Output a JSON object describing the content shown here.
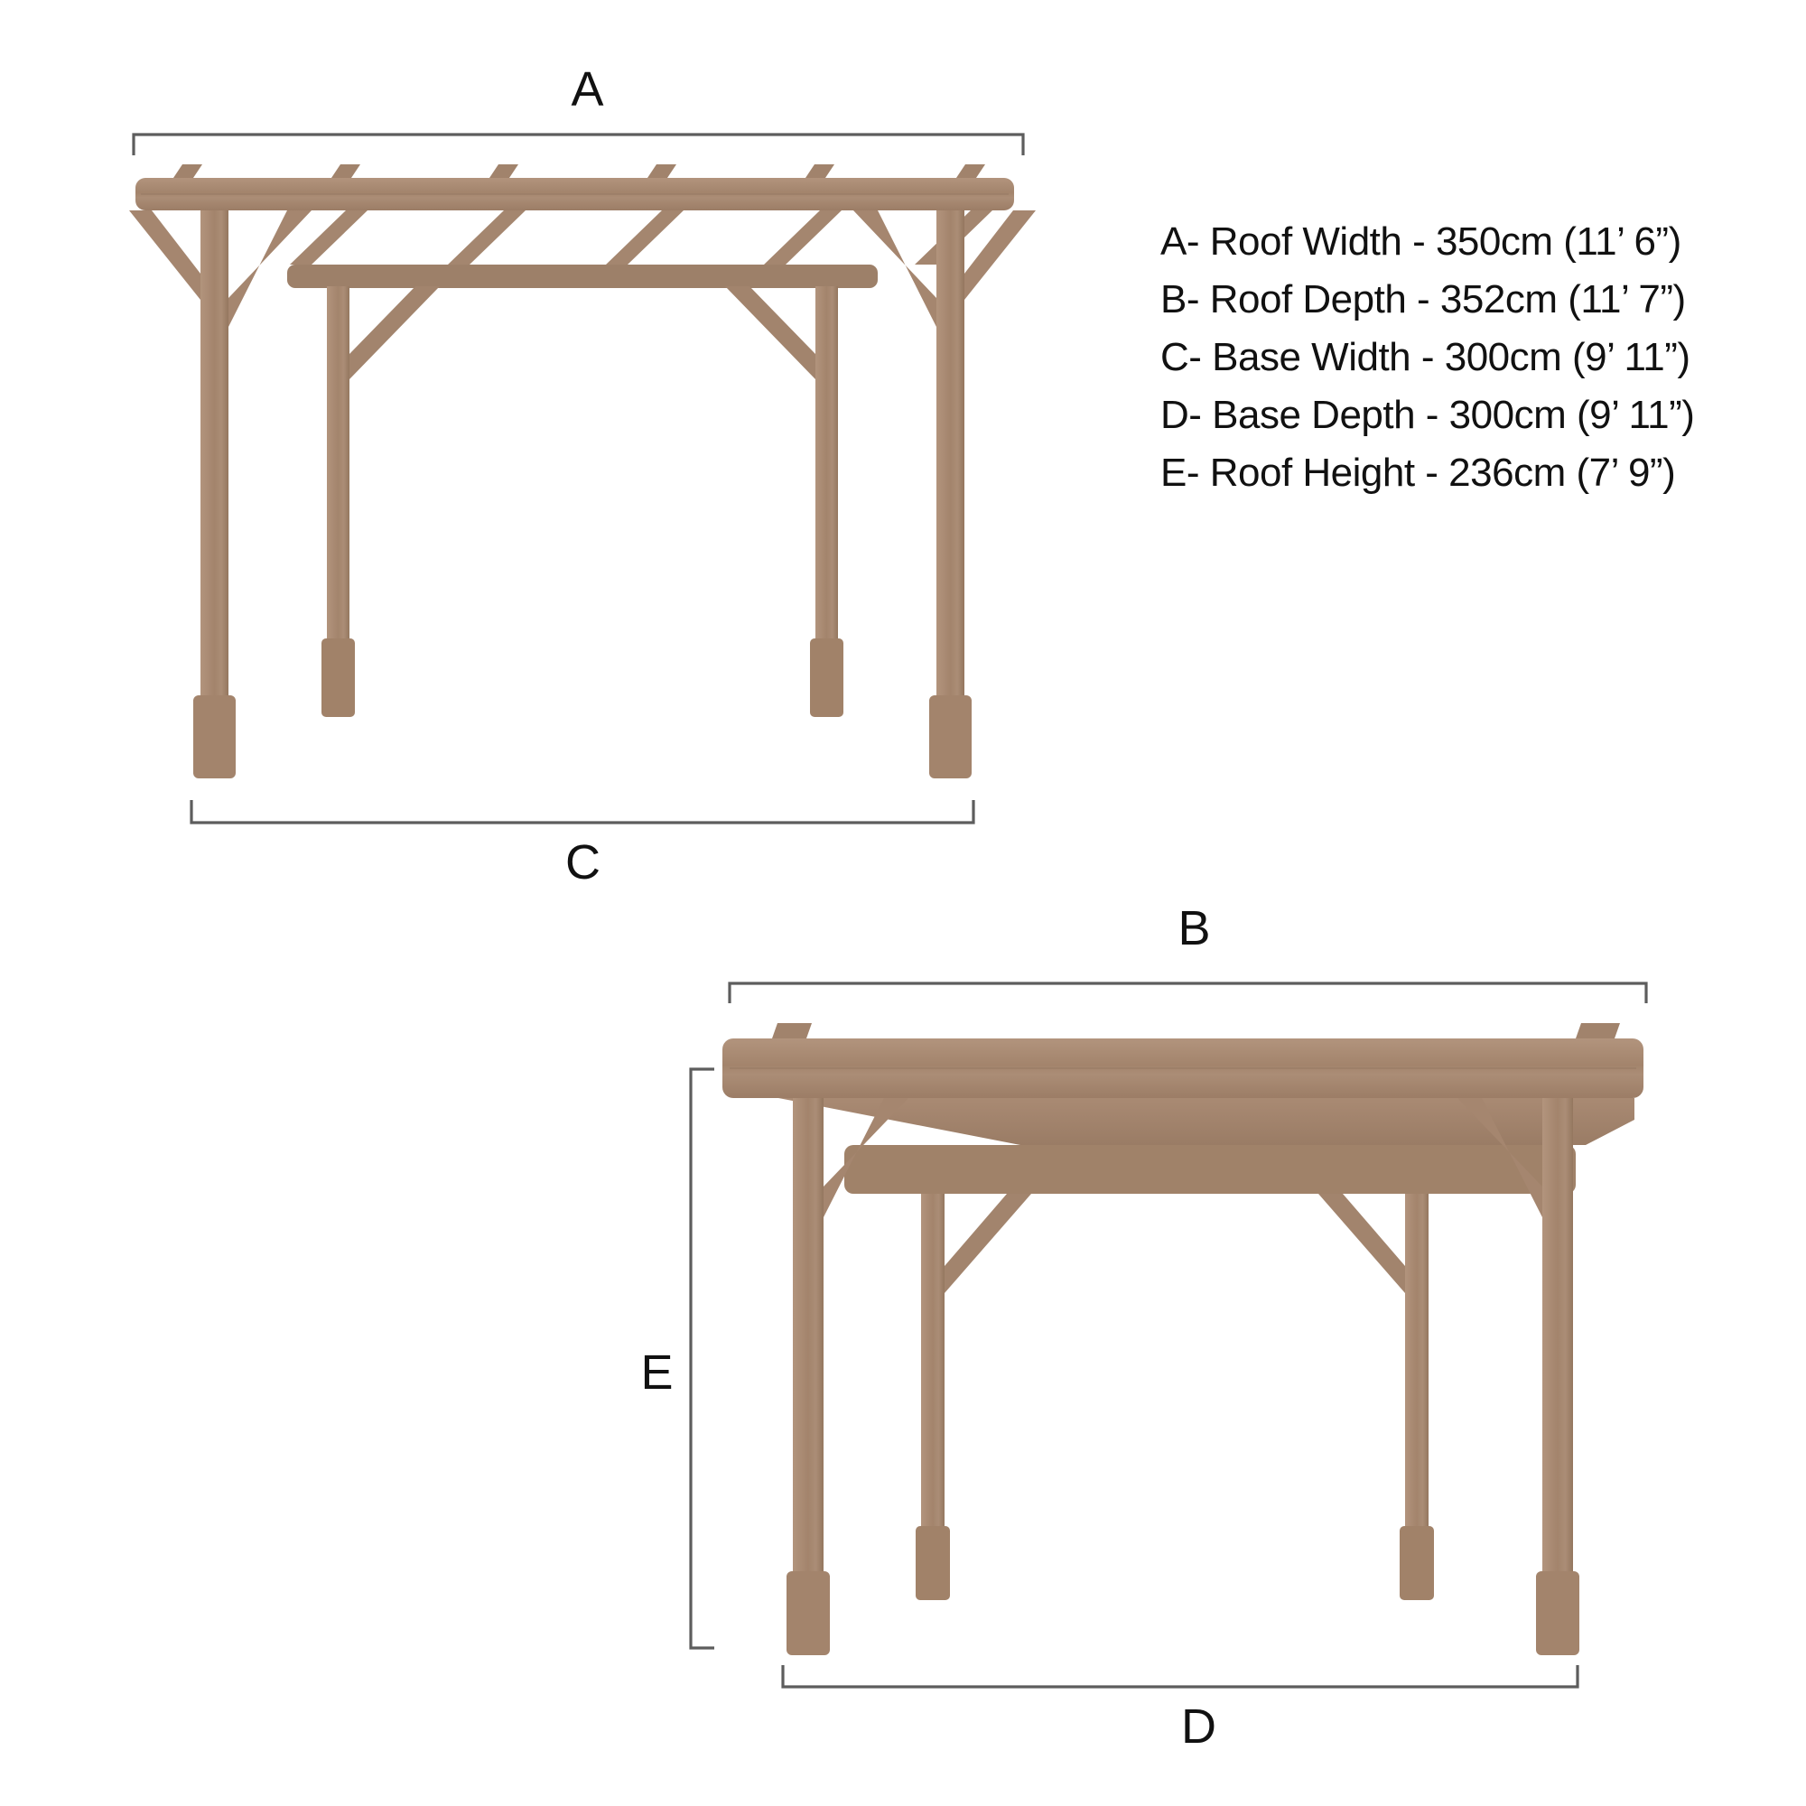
{
  "spec_list": {
    "items": [
      "A- Roof Width - 350cm (11’ 6”)",
      "B- Roof Depth - 352cm (11’ 7”)",
      "C- Base Width - 300cm (9’ 11”)",
      "D- Base Depth - 300cm (9’ 11”)",
      "E- Roof Height - 236cm (7’ 9”)"
    ]
  },
  "front_view": {
    "roof_width_label": "A",
    "base_width_label": "C"
  },
  "side_view": {
    "roof_depth_label": "B",
    "roof_height_label": "E",
    "base_depth_label": "D"
  },
  "colors": {
    "wood": "#a98a75",
    "wood_light": "#b49883",
    "wood_dark": "#8f7360",
    "wood_shade": "#a0826b",
    "dimension_line": "#5d5d5d",
    "text": "#111111",
    "background": "#ffffff"
  }
}
